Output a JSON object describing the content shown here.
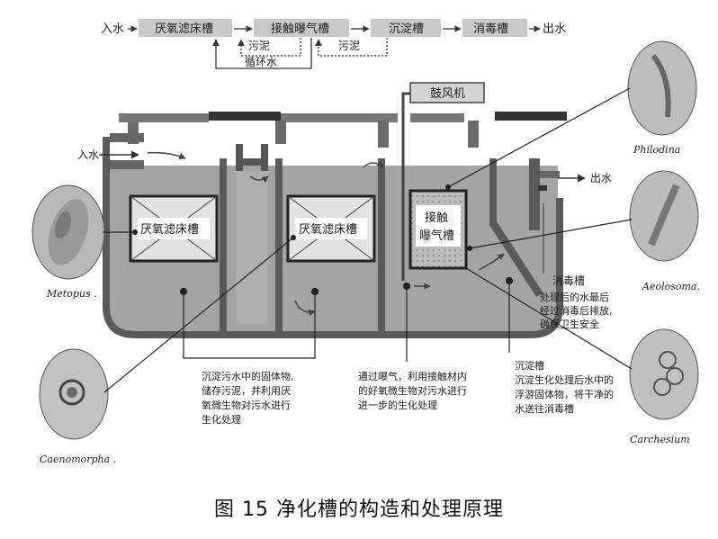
{
  "flow": {
    "inlet": "入水",
    "stage1": "厌氧滤床槽",
    "stage2": "接触曝气槽",
    "stage3": "沉淀槽",
    "stage4": "消毒槽",
    "outlet": "出水",
    "sludge1": "污泥",
    "sludge2": "污泥",
    "recycle": "循环水"
  },
  "tank": {
    "blower": "鼓风机",
    "inlet": "入水",
    "outlet": "出水",
    "filter_a": "厌氧滤床槽",
    "filter_b": "厌氧滤床槽",
    "aeration_line1": "接触",
    "aeration_line2": "曝气槽",
    "disinfect_title": "消毒槽",
    "disinfect_lines": [
      "处理后的水最后",
      "经过消毒后排放,",
      "确保卫生安全"
    ],
    "note_anaerobic": [
      "沉淀污水中的固体物,",
      "储存污泥，并利用厌",
      "氧微生物对污水进行",
      "生化处理"
    ],
    "note_aeration": [
      "通过曝气，利用接触材内",
      "的好氧微生物对污水进行",
      "进一步的生化处理"
    ],
    "settle_title": "沉淀槽",
    "note_settle": [
      "沉淀生化处理后水中的",
      "浮游固体物，将干净的",
      "水送往消毒槽"
    ]
  },
  "organisms": {
    "metopus": "Metopus .",
    "caenomorpha": "Caenomorpha .",
    "philodina": "Philodina",
    "aeolosoma": "Aeolosoma.",
    "carchesium": "Carchesium"
  },
  "caption": "图 15  净化槽的构造和处理原理",
  "colors": {
    "tank_fill": "#a4a4a4",
    "tank_wall": "#5a5a5a",
    "flow_box": "#c9c9c9"
  }
}
